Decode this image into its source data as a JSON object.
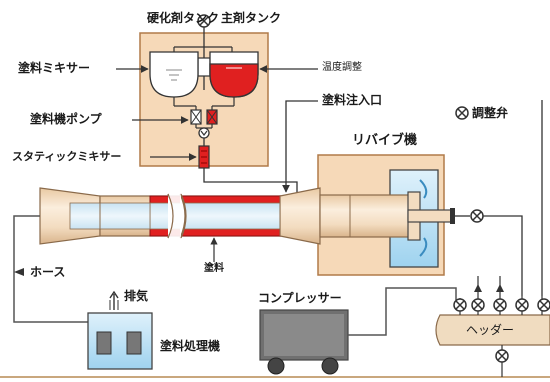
{
  "labels": {
    "hardener_tank": "硬化剤タンク",
    "main_agent_tank": "主剤タンク",
    "paint_mixer": "塗料ミキサー",
    "temperature_control": "温度調整",
    "paint_injection_port": "塗料注入口",
    "paint_pump": "塗料機ポンプ",
    "revive_machine": "リバイブ機",
    "adjustment_valve": "調整弁",
    "static_mixer": "スタティックミキサー",
    "hose": "ホース",
    "paint": "塗料",
    "exhaust": "排気",
    "compressor": "コンプレッサー",
    "paint_processor": "塗料処理機",
    "header": "ヘッダー"
  },
  "colors": {
    "panel_fill": "#f6d9b8",
    "panel_stroke": "#b07a48",
    "pipe_fill": "#f1dcc0",
    "pipe_stroke": "#8a6a4a",
    "paint_red": "#e02020",
    "inner_pipe": "#d8ecf6",
    "blue_box": "#a9d6f0",
    "processor_box": "#8fd0ee",
    "compressor_body": "#707070",
    "header_fill": "#f0dcc0",
    "ground": "#c0a080"
  },
  "icons": [
    "valve-icon",
    "arrow-icon",
    "exhaust-arrows-icon",
    "grille-icon",
    "wheel-icon"
  ]
}
